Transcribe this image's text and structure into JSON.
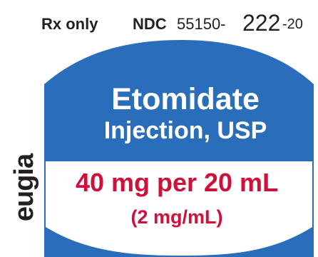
{
  "header": {
    "rx_only": "Rx only",
    "ndc_label": "NDC",
    "ndc_labeler": "55150-",
    "ndc_product": "222",
    "ndc_package": "-20"
  },
  "label": {
    "drug_name": "Etomidate",
    "dosage_form": "Injection, USP",
    "strength": "40 mg per 20 mL",
    "concentration": "(2 mg/mL)"
  },
  "brand": {
    "logo_text": "eugia"
  },
  "colors": {
    "panel_blue": "#2a6ebb",
    "strength_red": "#d0103a",
    "text_dark": "#231f20"
  }
}
